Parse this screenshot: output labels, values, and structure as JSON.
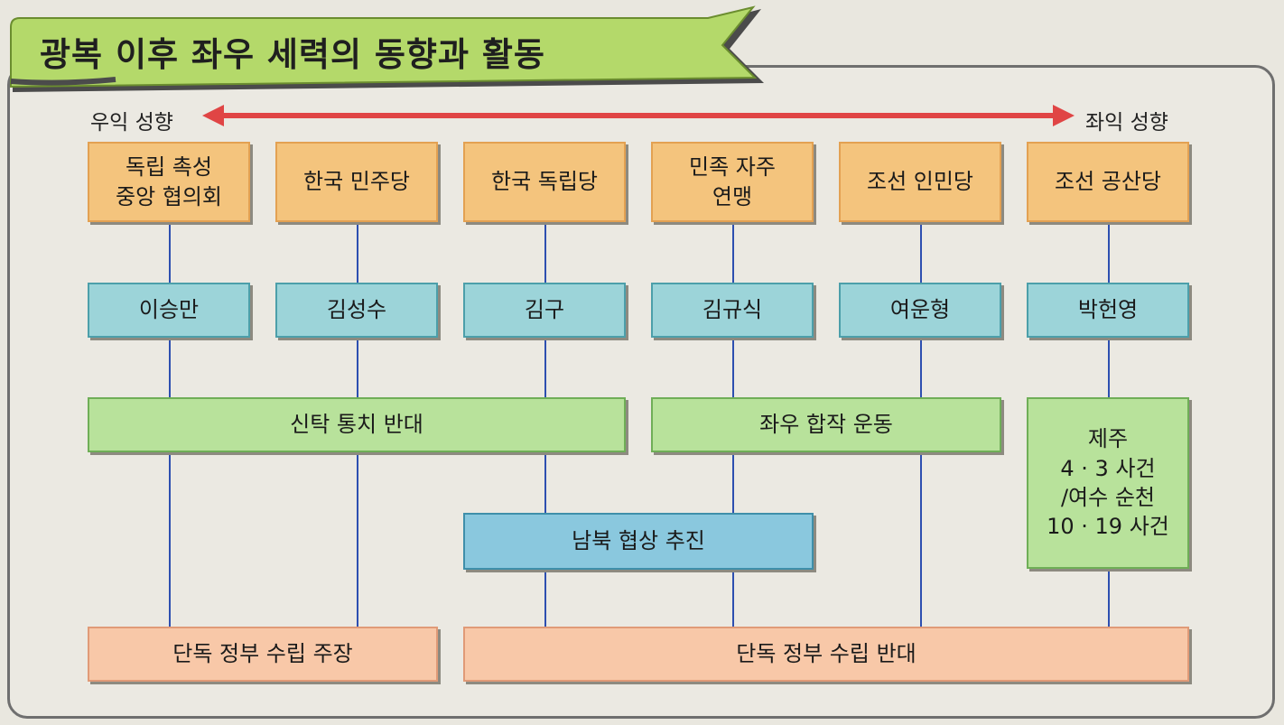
{
  "title": "광복 이후 좌우 세력의 동향과 활동",
  "axis": {
    "right_wing": "우익 성향",
    "left_wing": "좌익 성향"
  },
  "parties": [
    "독립 촉성\n중앙 협의회",
    "한국 민주당",
    "한국 독립당",
    "민족 자주\n연맹",
    "조선 인민당",
    "조선 공산당"
  ],
  "leaders": [
    "이승만",
    "김성수",
    "김구",
    "김규식",
    "여운형",
    "박헌영"
  ],
  "activities": {
    "anti_trusteeship": "신탁 통치 반대",
    "left_right_coalition": "좌우 합작 운동",
    "jeju": "제주\n4 · 3 사건\n/여수 순천\n10 · 19 사건",
    "north_south_talks": "남북 협상 추진",
    "separate_gov_support": "단독 정부 수립 주장",
    "separate_gov_oppose": "단독 정부 수립 반대"
  },
  "colors": {
    "party": "#f4c47d",
    "leader": "#9cd4d9",
    "activity_green": "#b8e29b",
    "activity_blue": "#8ac8de",
    "activity_pink": "#f8c8a8",
    "arrow": "#e04545",
    "connector": "#2d4fb0",
    "title_tab": "#b4d96a"
  }
}
